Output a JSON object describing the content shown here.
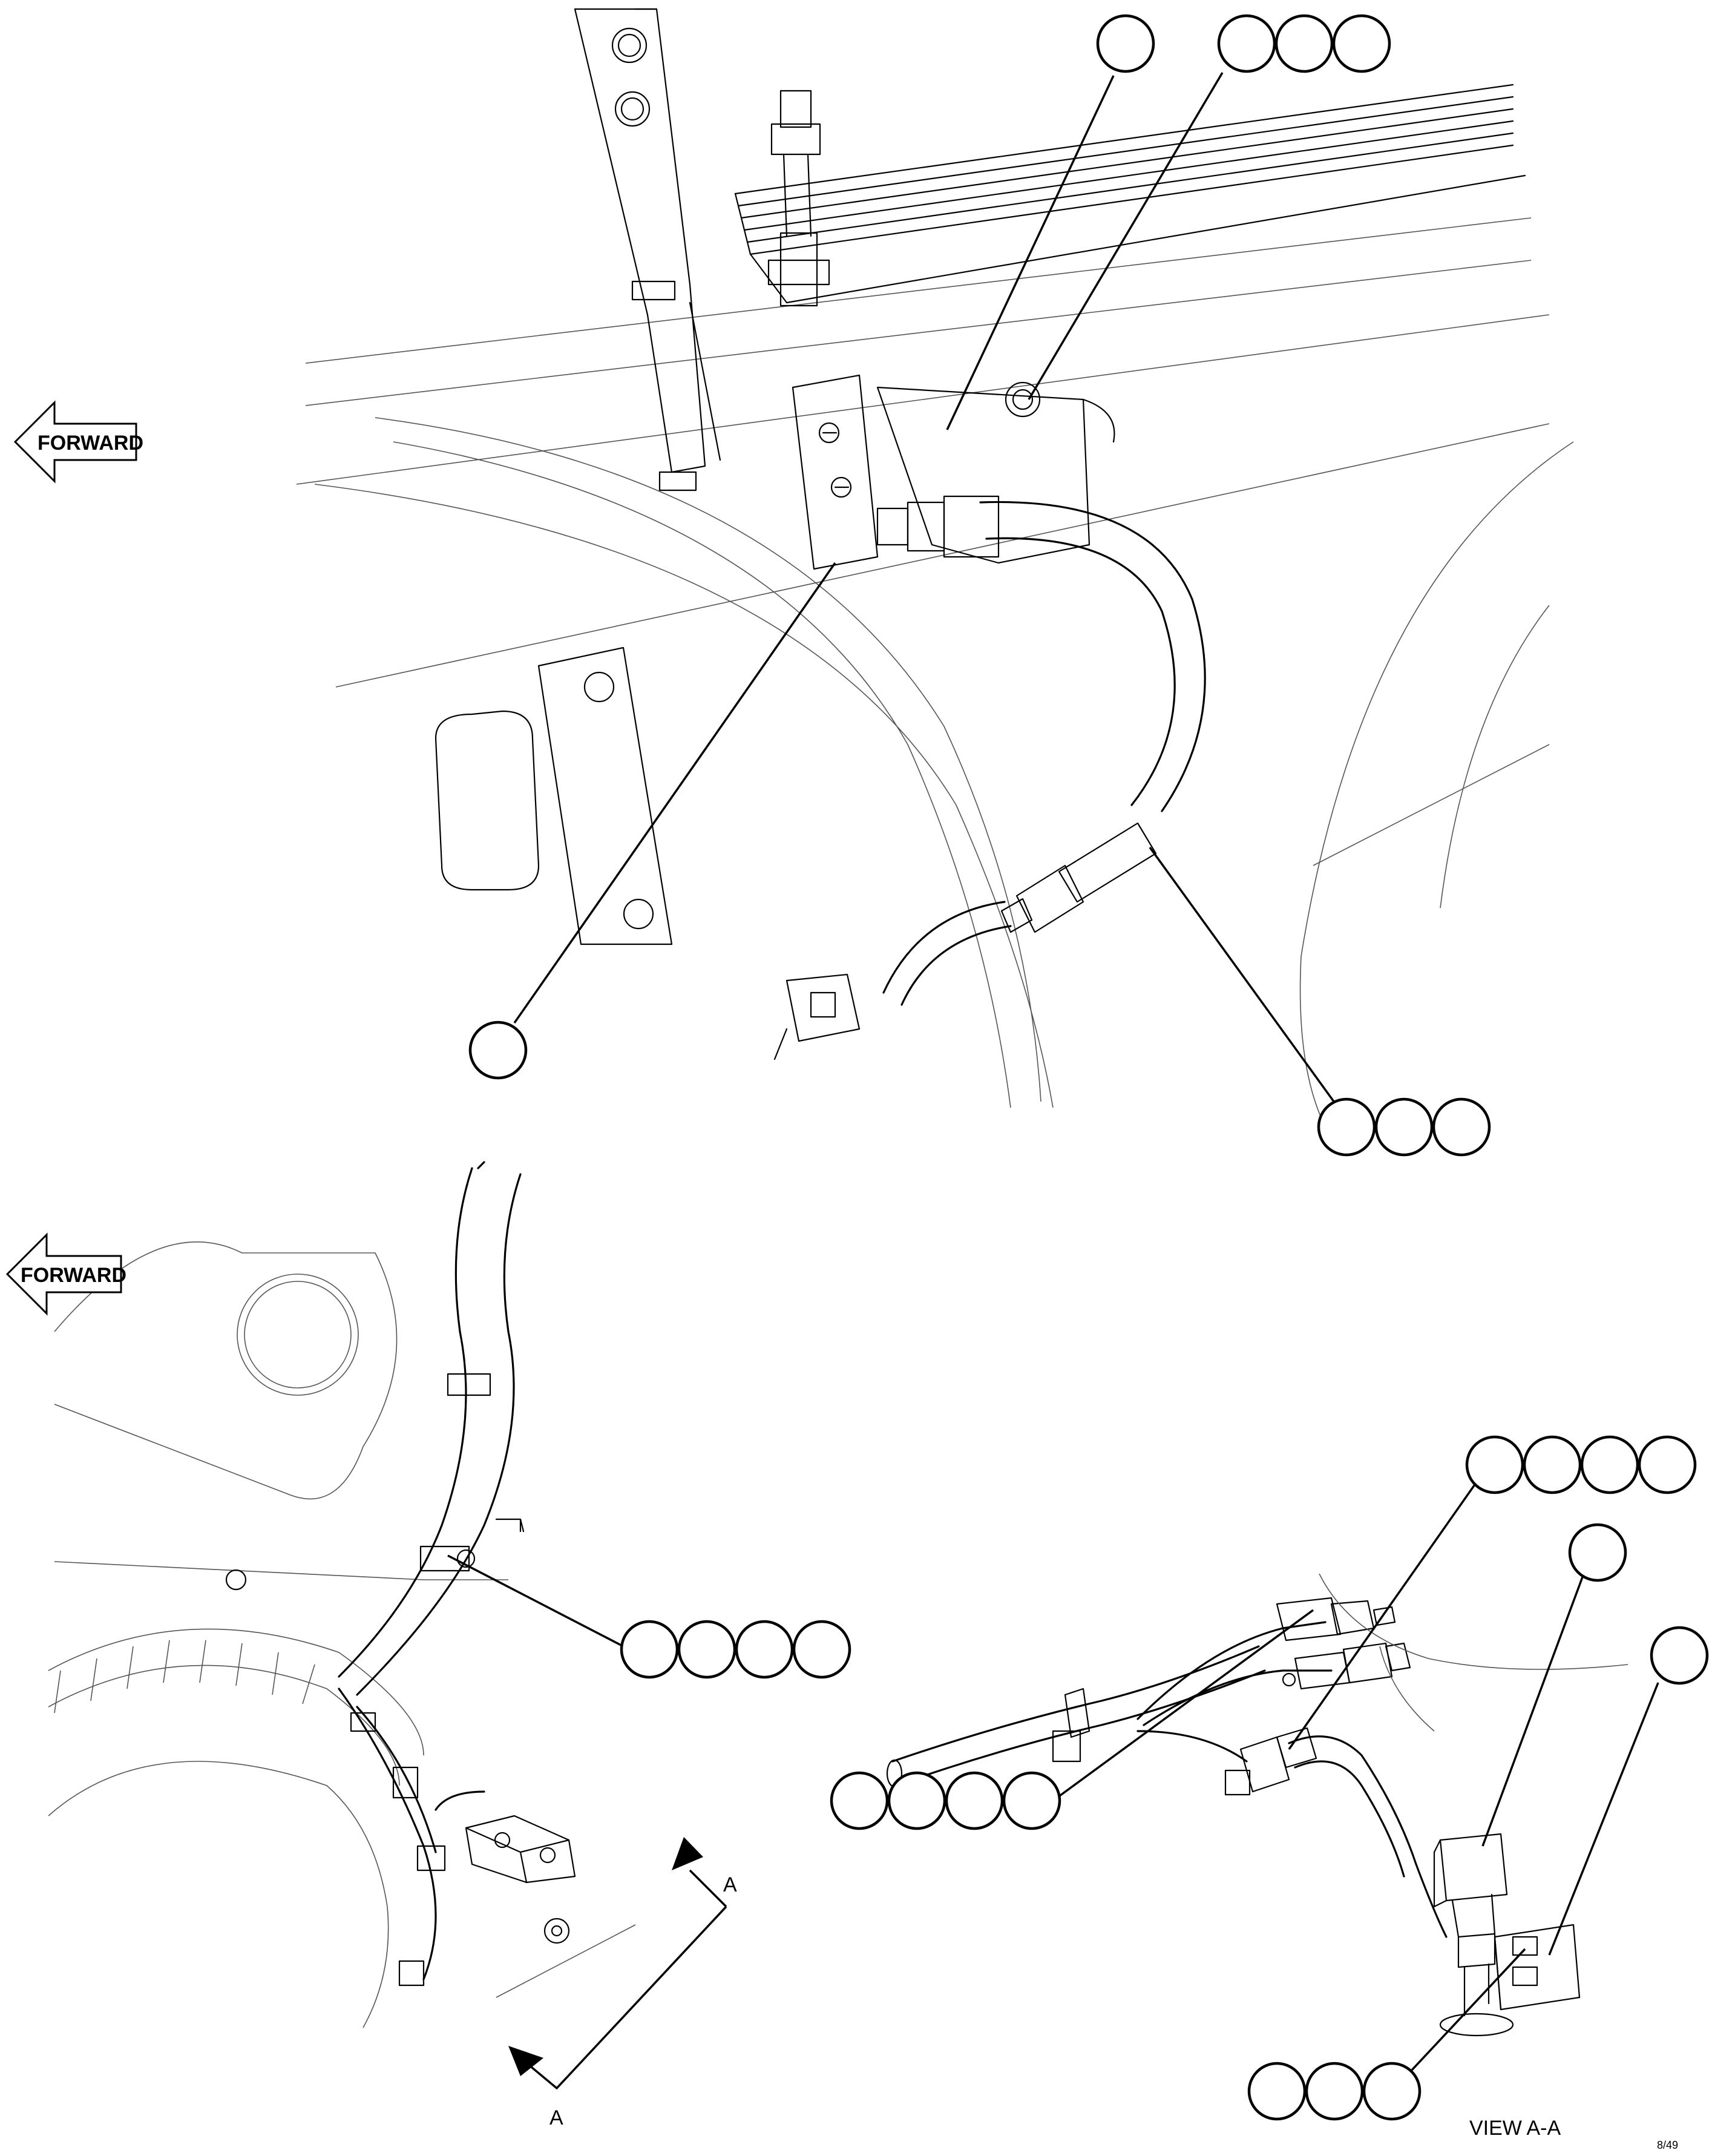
{
  "forward_label": "FORWARD",
  "section_letter": "A",
  "view_caption": "VIEW A-A",
  "sheet_code": "8/49",
  "callout_groups": [
    {
      "id": "top-a",
      "count": 1
    },
    {
      "id": "top-b",
      "count": 3
    },
    {
      "id": "top-c",
      "count": 1
    },
    {
      "id": "top-d",
      "count": 3
    },
    {
      "id": "bottom-left-a",
      "count": 4
    },
    {
      "id": "view-a",
      "count": 4
    },
    {
      "id": "view-b",
      "count": 4
    },
    {
      "id": "view-c",
      "count": 1
    },
    {
      "id": "view-d",
      "count": 1
    },
    {
      "id": "view-e",
      "count": 3
    }
  ]
}
